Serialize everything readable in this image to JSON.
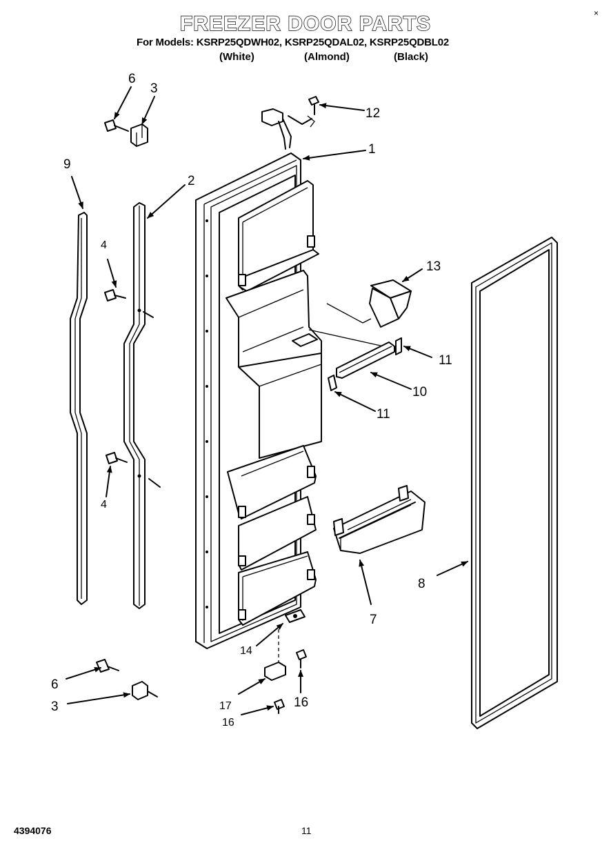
{
  "header": {
    "title": "FREEZER DOOR PARTS",
    "models_line": "For Models: KSRP25QDWH02, KSRP25QDAL02, KSRP25QDBL02",
    "variants": [
      "(White)",
      "(Almond)",
      "(Black)"
    ]
  },
  "corner_mark": "×",
  "footer": {
    "part_number": "4394076",
    "page_number": "11"
  },
  "callouts": {
    "c1": "1",
    "c2": "2",
    "c3_top": "3",
    "c3_bottom": "3",
    "c4_top": "4",
    "c4_bottom": "4",
    "c6_top": "6",
    "c6_bottom": "6",
    "c7": "7",
    "c8": "8",
    "c9": "9",
    "c10": "10",
    "c11_upper": "11",
    "c11_lower": "11",
    "c12": "12",
    "c13": "13",
    "c14": "14",
    "c16_right": "16",
    "c16_bottom": "16",
    "c17": "17"
  }
}
